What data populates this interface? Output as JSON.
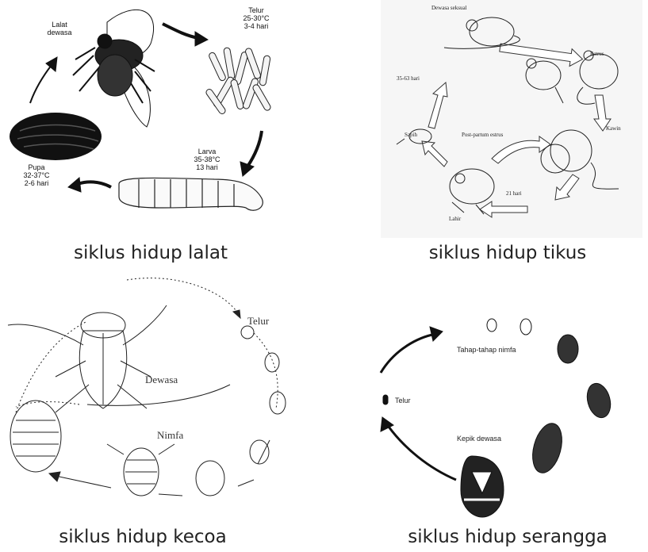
{
  "panels": {
    "fly": {
      "caption": "siklus hidup lalat",
      "labels": {
        "adult": "Lalat\ndewasa",
        "egg": "Telur\n25-30°C\n3-4 hari",
        "larva": "Larva\n35-38°C\n13 hari",
        "pupa": "Pupa\n32-37°C\n2-6 hari"
      }
    },
    "rat": {
      "caption": "siklus hidup tikus",
      "labels": {
        "adult": "Dewasa seksual",
        "estrus": "Estrus",
        "mating": "Kawin",
        "postpartum": "Post-partum estrus",
        "days21": "21 hari",
        "birth": "Lahir",
        "weaning": "Sapih",
        "days3563": "35-63 hari"
      }
    },
    "cockroach": {
      "caption": "siklus hidup kecoa",
      "labels": {
        "egg": "Telur",
        "adult": "Dewasa",
        "nymph": "Nimfa"
      }
    },
    "bug": {
      "caption": "siklus hidup serangga",
      "labels": {
        "nymph_stages": "Tahap-tahap nimfa",
        "egg": "Telur",
        "adult": "Kepik dewasa"
      }
    }
  }
}
